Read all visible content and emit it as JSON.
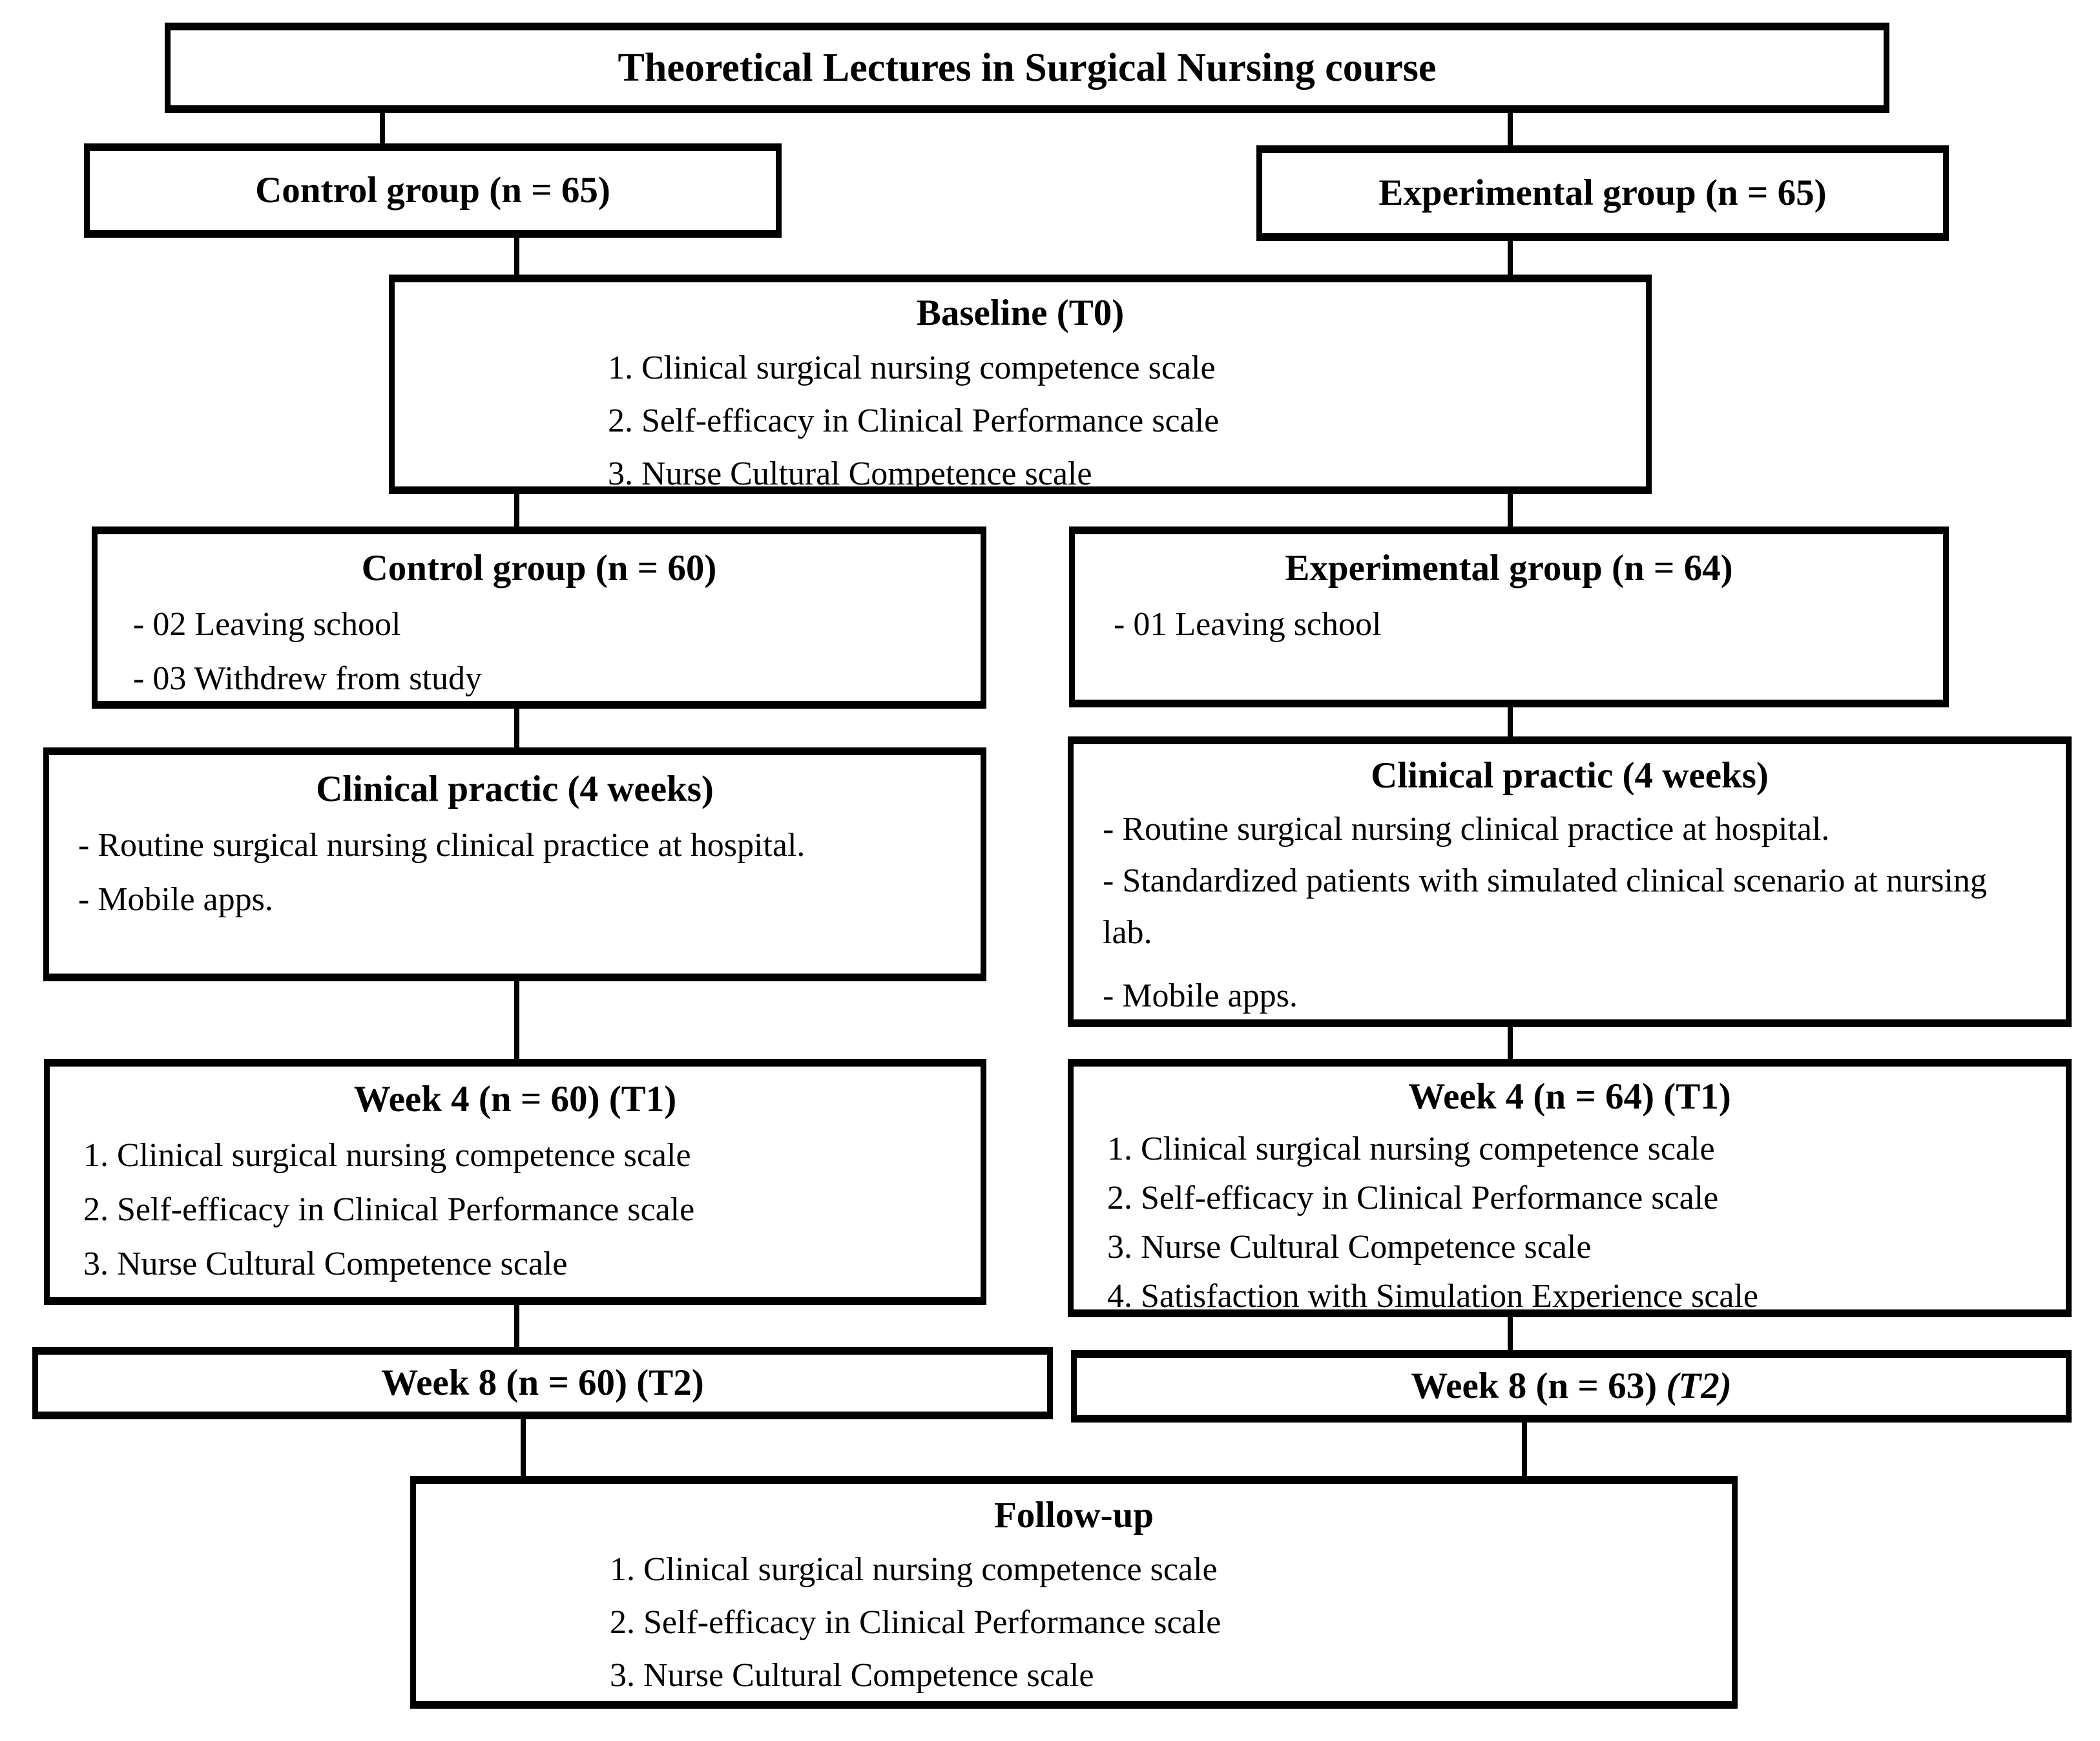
{
  "colors": {
    "background": "#ffffff",
    "text": "#000000",
    "box_border": "#000000",
    "connector": "#000000"
  },
  "flowchart": {
    "top": {
      "title": "Theoretical Lectures in Surgical Nursing course"
    },
    "allocation": {
      "control": {
        "title": "Control group (n = 65)"
      },
      "experimental": {
        "title": "Experimental group (n = 65)"
      }
    },
    "baseline": {
      "title": "Baseline (T0)",
      "items": [
        "1. Clinical surgical nursing competence scale",
        "2. Self-efficacy in Clinical Performance scale",
        "3. Nurse Cultural Competence scale"
      ]
    },
    "attrition": {
      "control": {
        "title": "Control group (n = 60)",
        "items": [
          "- 02 Leaving school",
          "- 03 Withdrew from study"
        ]
      },
      "experimental": {
        "title": "Experimental group (n = 64)",
        "items": [
          "- 01 Leaving school"
        ]
      }
    },
    "clinical_practice": {
      "control": {
        "title": "Clinical practic (4 weeks)",
        "items": [
          "- Routine surgical nursing clinical practice at hospital.",
          "- Mobile apps."
        ]
      },
      "experimental": {
        "title": "Clinical practic (4 weeks)",
        "items": [
          "- Routine surgical nursing clinical practice at hospital.",
          "- Standardized patients with simulated clinical scenario at nursing lab.",
          "- Mobile apps."
        ]
      }
    },
    "week4": {
      "control": {
        "title": "Week 4 (n = 60) (T1)",
        "items": [
          "1. Clinical surgical nursing competence scale",
          "2. Self-efficacy in Clinical Performance scale",
          "3. Nurse Cultural Competence scale"
        ]
      },
      "experimental": {
        "title": "Week 4 (n = 64) (T1)",
        "items": [
          "1. Clinical surgical nursing competence scale",
          "2. Self-efficacy in Clinical Performance scale",
          "3. Nurse Cultural Competence scale",
          "4. Satisfaction with Simulation Experience scale"
        ]
      }
    },
    "week8": {
      "control": {
        "title": "Week 8 (n = 60) (T2)"
      },
      "experimental": {
        "title_main": "Week 8 (n = 63) ",
        "title_suffix": "(T2)"
      }
    },
    "followup": {
      "title": "Follow-up",
      "items": [
        "1. Clinical surgical nursing competence scale",
        "2. Self-efficacy in Clinical Performance scale",
        "3. Nurse Cultural Competence scale"
      ]
    }
  }
}
